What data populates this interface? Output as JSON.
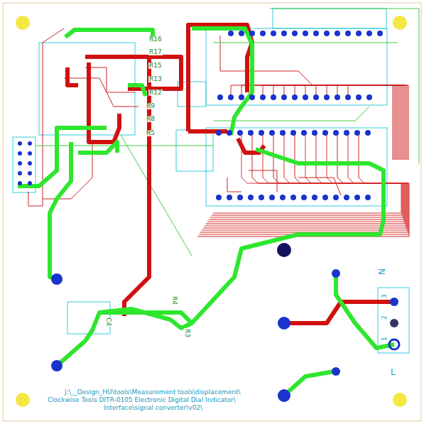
{
  "diagram": {
    "labels": [
      "R16",
      "R17",
      "R15",
      "R13",
      "R12",
      "R9",
      "R8",
      "R5",
      "R4",
      "R3",
      "C4",
      "N",
      "3",
      "2",
      "1",
      "L",
      "J:\\__Design_HU\\tools\\Measurement tools\\displacement\\",
      "Clockwise Tools DITR-0105 Electronic Digital Dial Indicator\\",
      "Interface\\signal converter\\v02\\"
    ]
  }
}
